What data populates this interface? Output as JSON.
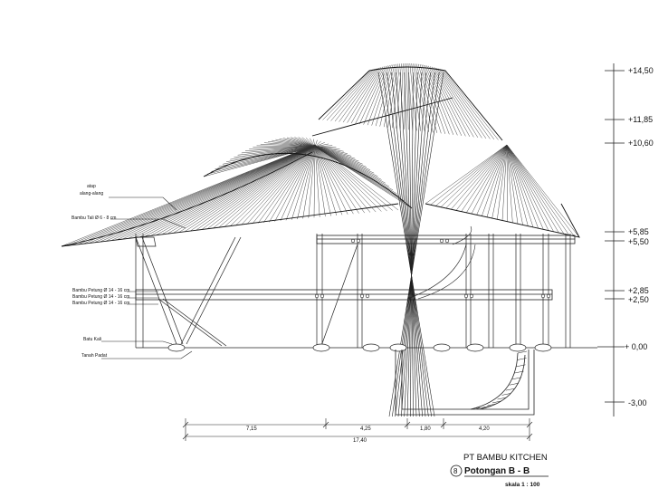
{
  "drawing": {
    "elevations": [
      "+14,50",
      "+11,85",
      "+10,60",
      "+5,85",
      "+5,50",
      "+2,85",
      "+2,50",
      "+ 0,00",
      "-3,00"
    ],
    "annotations": [
      "atap",
      "alang-alang",
      "Bambu Tali Ø 6 - 8 cm",
      "Bambu Petung Ø 14 - 16 cm",
      "Bambu Petung Ø 14 - 16 cm",
      "Bambu Petung Ø 14 - 16 cm",
      "Batu Kali",
      "Tanah Padat"
    ],
    "dimensions": [
      "7,15",
      "4,25",
      "1,80",
      "4,20",
      "17,40"
    ],
    "title_block": {
      "project": "PT BAMBU KITCHEN",
      "section": "Potongan B - B",
      "number": "8",
      "scale": "skala 1 : 100"
    }
  }
}
